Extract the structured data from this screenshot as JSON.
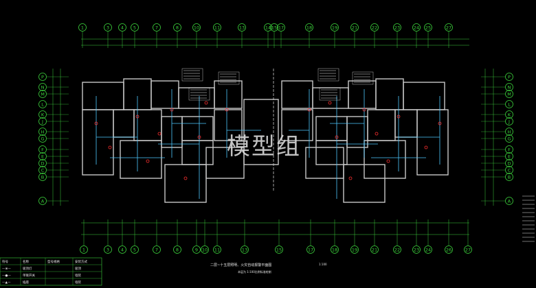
{
  "drawing": {
    "title": "二层~十五层照明、火灾自动报警平面图",
    "scale": "1:100",
    "subtitle": "本层为 1:100比例标准绘制",
    "watermark": "模型组"
  },
  "top_axes": [
    "1",
    "3",
    "4",
    "5",
    "7",
    "8",
    "10",
    "11",
    "13",
    "14",
    "15",
    "17",
    "18",
    "19",
    "21",
    "22",
    "23",
    "24",
    "25",
    "27"
  ],
  "bottom_axes": [
    "1",
    "3",
    "4",
    "5",
    "7",
    "8",
    "9",
    "10",
    "11",
    "13",
    "15",
    "17",
    "18",
    "19",
    "21",
    "22",
    "23",
    "24",
    "26",
    "27"
  ],
  "left_axes": [
    "P",
    "N",
    "M",
    "L",
    "K",
    "J",
    "H",
    "G",
    "F",
    "E",
    "D",
    "C",
    "B",
    "A"
  ],
  "right_axes": [
    "P",
    "N",
    "M",
    "L",
    "K",
    "J",
    "H",
    "G",
    "F",
    "E",
    "D",
    "C",
    "B",
    "A"
  ],
  "colors": {
    "background": "#000000",
    "wall": "#c8c8c8",
    "axis": "#3cd23c",
    "wire": "#4ec8ff",
    "device": "#ff3030",
    "text": "#e6e6e6"
  },
  "legend_headers": [
    "符号",
    "名称",
    "型号规格",
    "安装方式"
  ],
  "legend_rows": [
    [
      "—⊗—",
      "吸顶灯",
      "",
      "吸顶"
    ],
    [
      "—●—",
      "单联开关",
      "",
      "墙装"
    ],
    [
      "—▲—",
      "插座",
      "",
      "墙装"
    ]
  ]
}
